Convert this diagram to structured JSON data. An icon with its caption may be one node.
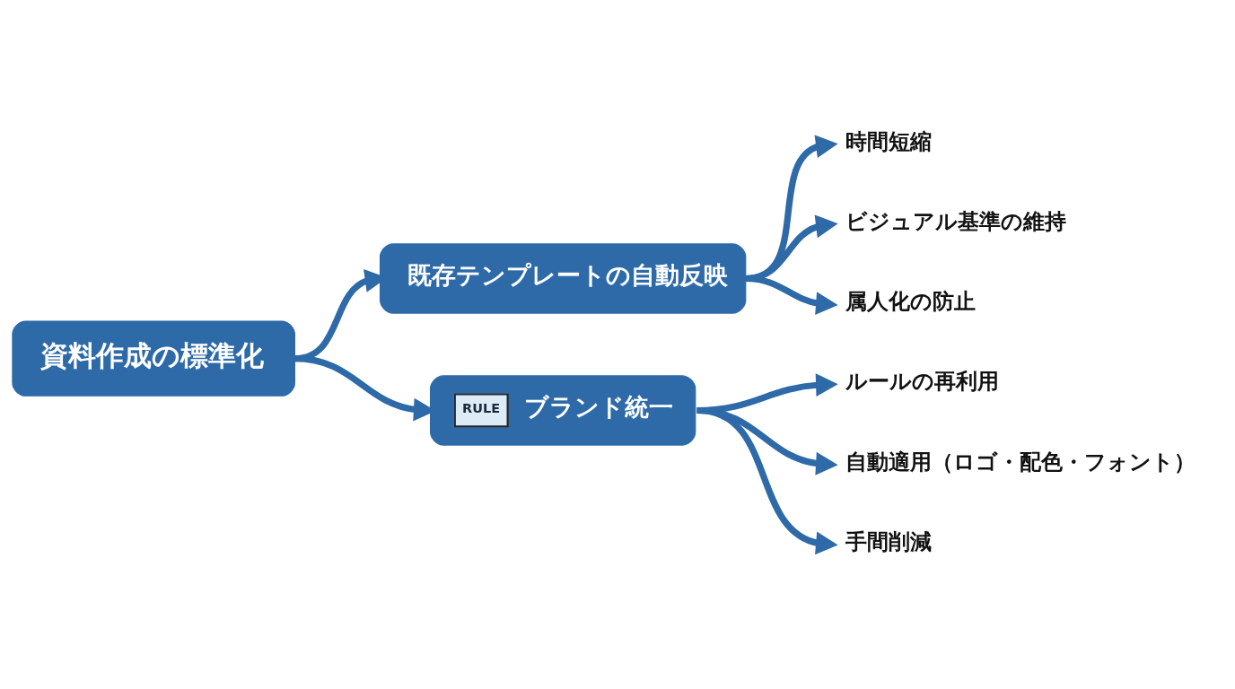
{
  "diagram": {
    "nodes": [
      {
        "text": [
          "資料作成の標準化"
        ]
      },
      {
        "text": [
          "既存テンプレートの自動反映"
        ]
      },
      {
        "text": [
          "RULE",
          "ブランド統一"
        ]
      },
      {
        "text": [
          "時間短縮"
        ]
      },
      {
        "text": [
          "ビジュアル基準の維持"
        ]
      },
      {
        "text": [
          "属人化の防止"
        ]
      },
      {
        "text": [
          "ルールの再利用"
        ]
      },
      {
        "text": [
          "自動適用（ロゴ・配色・フォント）"
        ]
      },
      {
        "text": [
          "手間削減"
        ]
      }
    ],
    "edges": [
      {
        "from": 0,
        "to": 1,
        "arrow": "to"
      },
      {
        "from": 0,
        "to": 2,
        "arrow": "to"
      },
      {
        "from": 1,
        "to": 3,
        "arrow": "to"
      },
      {
        "from": 1,
        "to": 4,
        "arrow": "to"
      },
      {
        "from": 1,
        "to": 5,
        "arrow": "to"
      },
      {
        "from": 2,
        "to": 6,
        "arrow": "to"
      },
      {
        "from": 2,
        "to": 7,
        "arrow": "to"
      },
      {
        "from": 2,
        "to": 8,
        "arrow": "to"
      }
    ]
  }
}
